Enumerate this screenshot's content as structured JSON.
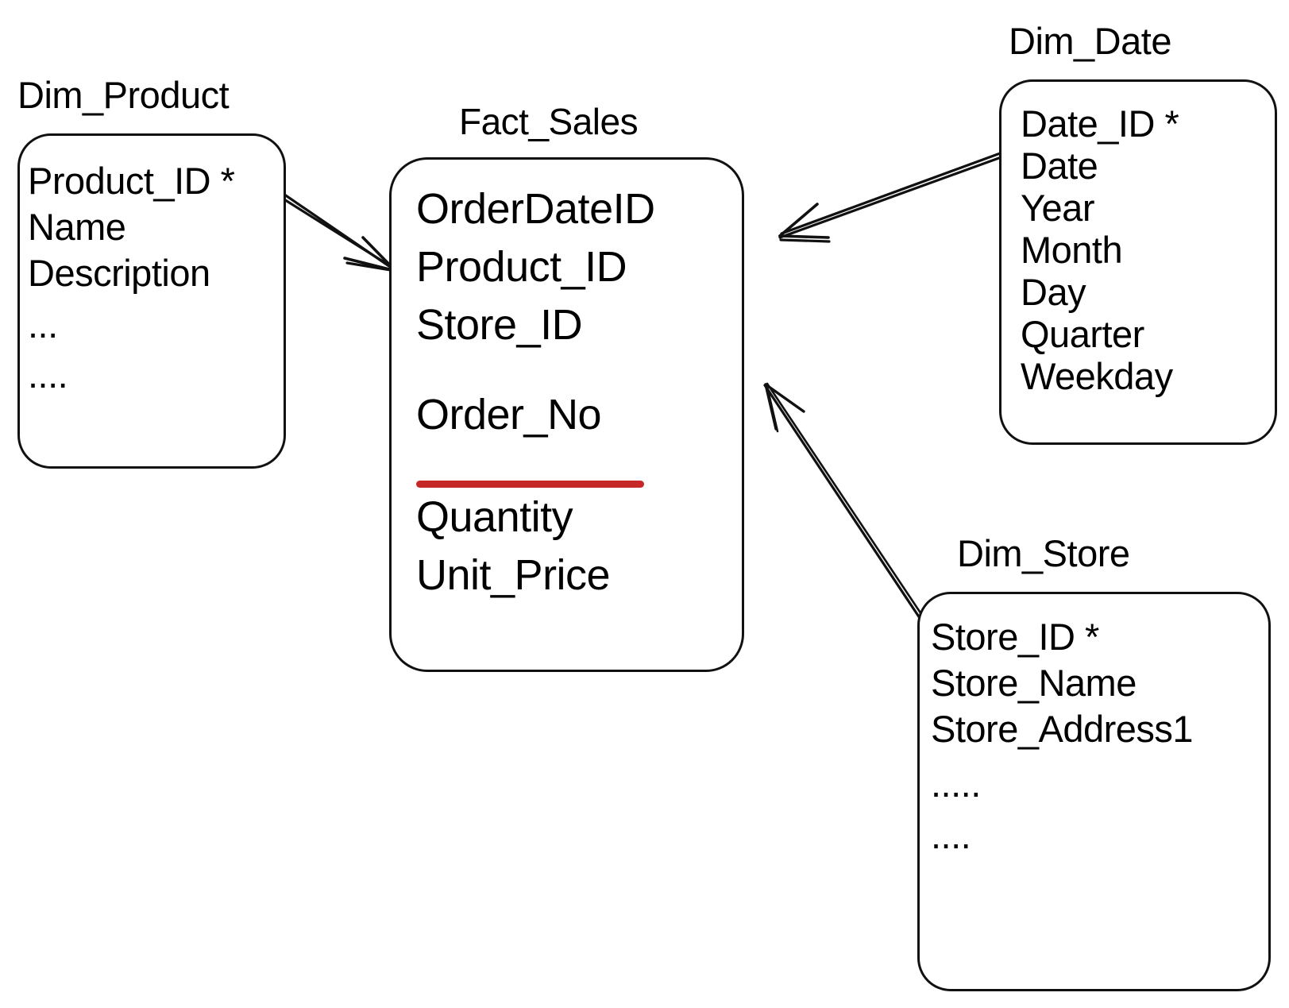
{
  "diagram": {
    "type": "star-schema-erd",
    "accent_color": "#c62828",
    "line_color": "#111111",
    "background": "#ffffff",
    "primary_key_marker": "*"
  },
  "entities": {
    "product": {
      "title": "Dim_Product",
      "fields": [
        "Product_ID *",
        "Name",
        "Description",
        "...",
        "...."
      ]
    },
    "fact": {
      "title": "Fact_Sales",
      "fields": [
        "OrderDateID",
        "Product_ID",
        "Store_ID",
        "Order_No",
        "Quantity",
        "Unit_Price"
      ],
      "highlighted_field": "Order_No"
    },
    "date": {
      "title": "Dim_Date",
      "fields": [
        "Date_ID *",
        "Date",
        "Year",
        "Month",
        "Day",
        "Quarter",
        "Weekday"
      ]
    },
    "store": {
      "title": "Dim_Store",
      "fields": [
        "Store_ID *",
        "Store_Name",
        "Store_Address1",
        ".....",
        "...."
      ]
    }
  },
  "relationships": [
    {
      "name": "product-to-fact",
      "from": "Dim_Product.Product_ID",
      "to": "Fact_Sales.Product_ID"
    },
    {
      "name": "date-to-fact",
      "from": "Dim_Date.Date_ID",
      "to": "Fact_Sales.OrderDateID"
    },
    {
      "name": "store-to-fact",
      "from": "Dim_Store.Store_ID",
      "to": "Fact_Sales.Store_ID"
    }
  ]
}
